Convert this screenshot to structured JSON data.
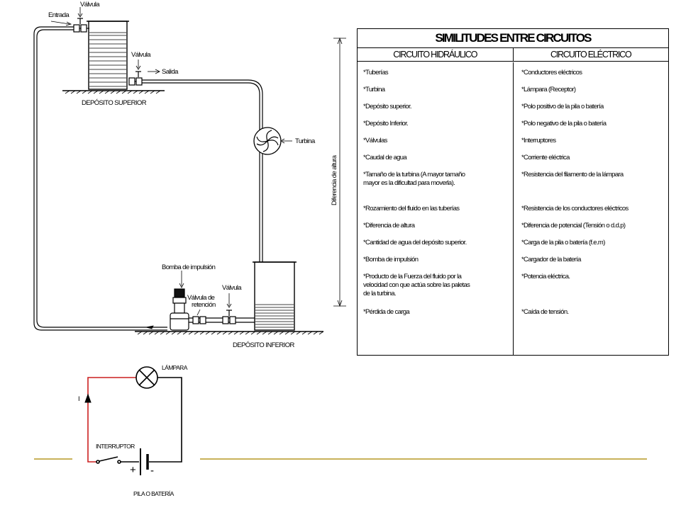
{
  "hydraulic": {
    "valve_top": "Válvula",
    "inlet": "Entrada",
    "valve_outlet": "Válvula",
    "outlet": "Salida",
    "upper_tank": "DEPÓSITO SUPERIOR",
    "turbine": "Turbina",
    "height_difference": "Diferencia de altura",
    "pump": "Bomba de impulsión",
    "check_valve_line1": "Válvula de",
    "check_valve_line2": "retención",
    "valve_bottom": "Válvula",
    "lower_tank": "DEPÓSITO INFERIOR"
  },
  "table": {
    "title": "SIMILITUDES ENTRE CIRCUITOS",
    "col_left": "CIRCUITO HIDRÁULICO",
    "col_right": "CIRCUITO ELÉCTRICO",
    "rows": [
      {
        "left": "*Tuberías",
        "right": "*Conductores eléctricos"
      },
      {
        "left": "*Turbina",
        "right": "*Lámpara (Receptor)"
      },
      {
        "left": "*Depósito superior.",
        "right": "*Polo positivo de la pila o batería"
      },
      {
        "left": "*Depósito Inferior.",
        "right": "*Polo negativo de la pila o batería"
      },
      {
        "left": "*Válvulas",
        "right": "*Interruptores"
      },
      {
        "left": "*Caudal de agua",
        "right": "*Corriente eléctrica"
      },
      {
        "left": "*Tamaño de la turbina (A mayor tamaño\n  mayor es la dificultad para moverla).",
        "right": "*Resistencia del filamento de la lámpara"
      },
      {
        "left": "*Rozamiento del fluido en las tuberías",
        "right": "*Resistencia de los conductores eléctricos"
      },
      {
        "left": "*Diferencia de altura",
        "right": "*Diferencia de potencial (Tensión o d.d.p)"
      },
      {
        "left": "*Cantidad de agua del depósito superior.",
        "right": "*Carga de la pila o batería (f.e.m)"
      },
      {
        "left": "*Bomba de impulsión",
        "right": "*Cargador de la batería"
      },
      {
        "left": "*Producto de la Fuerza del fluido por la\n  velocidad con que actúa sobre las paletas\n  de la turbina.",
        "right": "*Potencia eléctrica."
      },
      {
        "left": "*Pérdida de carga",
        "right": "*Caída de tensión."
      }
    ]
  },
  "electric": {
    "lamp": "LÁMPARA",
    "current": "I",
    "switch": "INTERRUPTOR",
    "plus": "+",
    "minus": "-",
    "battery": "PILA O BATERÍA"
  },
  "colors": {
    "accent_line": "#c9b25a",
    "current_path": "#cc1f1f",
    "water_hatch": "#000000"
  }
}
